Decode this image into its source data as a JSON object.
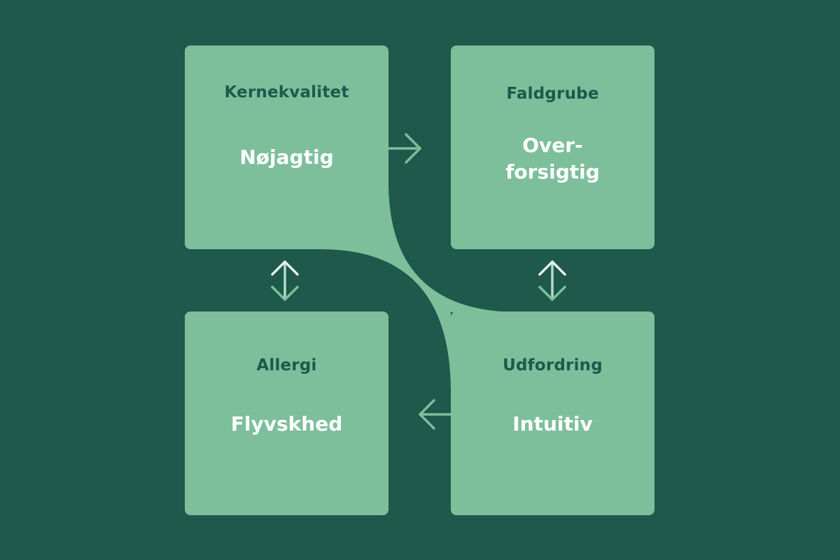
{
  "quadrant": {
    "core_quality": {
      "title": "Kernekvalitet",
      "value": "Nøjagtig"
    },
    "pitfall": {
      "title": "Faldgrube",
      "value": "Over-\nforsigtig"
    },
    "allergy": {
      "title": "Allergi",
      "value": "Flyvskhed"
    },
    "challenge": {
      "title": "Udfordring",
      "value": "Intuitiv"
    }
  },
  "colors": {
    "background": "#1e594c",
    "box": "#7dbf9b",
    "title_text": "#1e594c",
    "value_text": "#ffffff",
    "arrow": "#7dbf9b",
    "arrow_light": "#e8f2ec"
  },
  "icons": {
    "arrow_right": "arrow-right-icon",
    "arrow_left": "arrow-left-icon",
    "arrow_vertical": "double-vertical-arrow-icon"
  }
}
